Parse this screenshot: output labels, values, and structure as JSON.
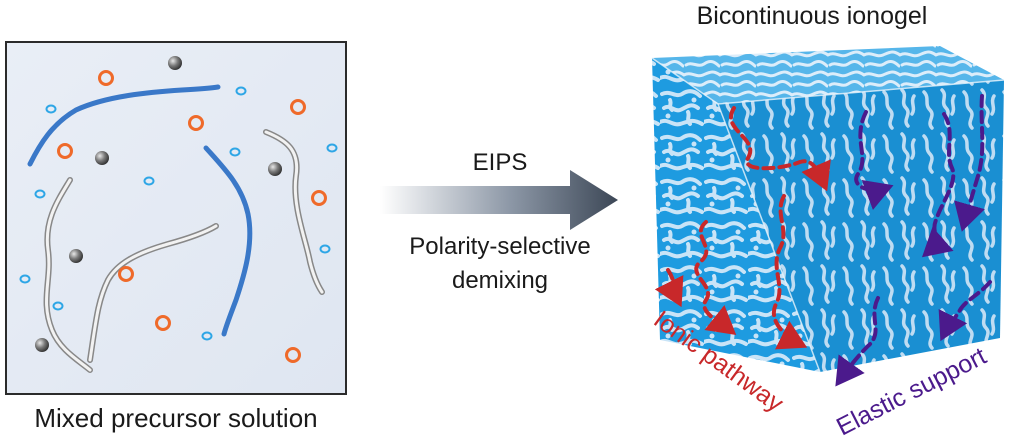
{
  "left_panel": {
    "caption": "Mixed precursor solution"
  },
  "arrow": {
    "label_top": "EIPS",
    "label_bottom_line1": "Polarity-selective",
    "label_bottom_line2": "demixing"
  },
  "right_panel": {
    "title": "Bicontinuous ionogel",
    "ionic_label": "Ionic pathway",
    "elastic_label": "Elastic support"
  },
  "colors": {
    "ionic": "#c8282a",
    "elastic": "#4b1a8c",
    "polymer_blue": "#3a78c8",
    "polymer_gray": "#a8a8a8",
    "ion_orange": "#ef6a2a",
    "ion_blue": "#2ea6e6",
    "gel_blue": "#1e9be0",
    "gel_light": "#c9e4f7"
  }
}
